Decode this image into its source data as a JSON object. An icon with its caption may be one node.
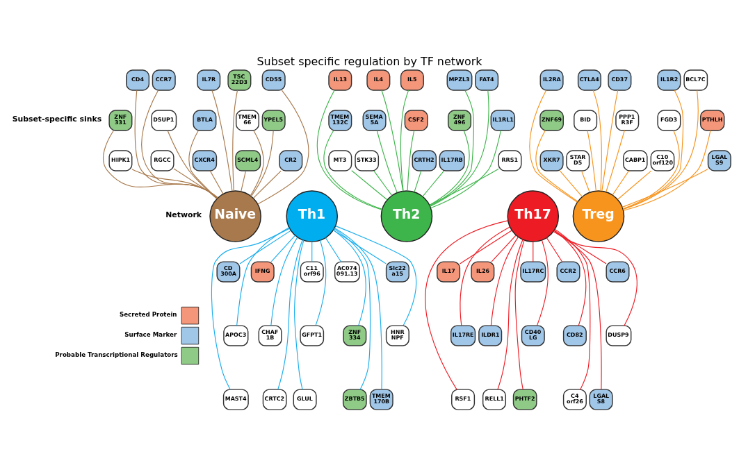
{
  "diagram": {
    "title": "Subset specific regulation by TF network",
    "nodes": [
      {
        "text": [
          "CD4"
        ]
      },
      {
        "text": [
          "CCR7"
        ]
      },
      {
        "text": [
          "IL7R"
        ]
      },
      {
        "text": [
          "TSC 22D3"
        ]
      },
      {
        "text": [
          "CD55"
        ]
      },
      {
        "text": [
          "ZNF 331"
        ]
      },
      {
        "text": [
          "DSUP1"
        ]
      },
      {
        "text": [
          "BTLA"
        ]
      },
      {
        "text": [
          "TMEM 66"
        ]
      },
      {
        "text": [
          "YPEL5"
        ]
      },
      {
        "text": [
          "HIPK1"
        ]
      },
      {
        "text": [
          "RGCC"
        ]
      },
      {
        "text": [
          "CXCR4"
        ]
      },
      {
        "text": [
          "SCML4"
        ]
      },
      {
        "text": [
          "CR2"
        ]
      },
      {
        "text": [
          "IL13"
        ]
      },
      {
        "text": [
          "IL4"
        ]
      },
      {
        "text": [
          "IL5"
        ]
      },
      {
        "text": [
          "MPZL3"
        ]
      },
      {
        "text": [
          "FAT4"
        ]
      },
      {
        "text": [
          "TMEM 132C"
        ]
      },
      {
        "text": [
          "SEMA 5A"
        ]
      },
      {
        "text": [
          "CSF2"
        ]
      },
      {
        "text": [
          "ZNF 496"
        ]
      },
      {
        "text": [
          "IL1RL1"
        ]
      },
      {
        "text": [
          "MT3"
        ]
      },
      {
        "text": [
          "STK33"
        ]
      },
      {
        "text": [
          "CRTH2"
        ]
      },
      {
        "text": [
          "IL17RB"
        ]
      },
      {
        "text": [
          "RRS1"
        ]
      },
      {
        "text": [
          "IL2RA"
        ]
      },
      {
        "text": [
          "CTLA4"
        ]
      },
      {
        "text": [
          "CD37"
        ]
      },
      {
        "text": [
          "IL1R2"
        ]
      },
      {
        "text": [
          "BCL7C"
        ]
      },
      {
        "text": [
          "ZNF69"
        ]
      },
      {
        "text": [
          "BID"
        ]
      },
      {
        "text": [
          "PPP1 R3F"
        ]
      },
      {
        "text": [
          "FGD3"
        ]
      },
      {
        "text": [
          "PTHLH"
        ]
      },
      {
        "text": [
          "XKR7"
        ]
      },
      {
        "text": [
          "STAR D5"
        ]
      },
      {
        "text": [
          "CABP1"
        ]
      },
      {
        "text": [
          "C10 orf120"
        ]
      },
      {
        "text": [
          "LGAL S9"
        ]
      },
      {
        "text": [
          "Naive"
        ]
      },
      {
        "text": [
          "Th1"
        ]
      },
      {
        "text": [
          "Th2"
        ]
      },
      {
        "text": [
          "Th17"
        ]
      },
      {
        "text": [
          "Treg"
        ]
      },
      {
        "text": [
          "CD 300A"
        ]
      },
      {
        "text": [
          "IFNG"
        ]
      },
      {
        "text": [
          "C11 orf96"
        ]
      },
      {
        "text": [
          "AC074 091.13"
        ]
      },
      {
        "text": [
          "Slc22 a15"
        ]
      },
      {
        "text": [
          "APOC3"
        ]
      },
      {
        "text": [
          "CHAF 1B"
        ]
      },
      {
        "text": [
          "GFPT1"
        ]
      },
      {
        "text": [
          "ZNF 334"
        ]
      },
      {
        "text": [
          "HNR NPF"
        ]
      },
      {
        "text": [
          "MAST4"
        ]
      },
      {
        "text": [
          "CRTC2"
        ]
      },
      {
        "text": [
          "GLUL"
        ]
      },
      {
        "text": [
          "ZBTB5"
        ]
      },
      {
        "text": [
          "TMEM 170B"
        ]
      },
      {
        "text": [
          "IL17"
        ]
      },
      {
        "text": [
          "IL26"
        ]
      },
      {
        "text": [
          "IL17RC"
        ]
      },
      {
        "text": [
          "CCR2"
        ]
      },
      {
        "text": [
          "CCR6"
        ]
      },
      {
        "text": [
          "IL17RE"
        ]
      },
      {
        "text": [
          "ILDR1"
        ]
      },
      {
        "text": [
          "CD40 LG"
        ]
      },
      {
        "text": [
          "CD82"
        ]
      },
      {
        "text": [
          "DUSP9"
        ]
      },
      {
        "text": [
          "RSF1"
        ]
      },
      {
        "text": [
          "RELL1"
        ]
      },
      {
        "text": [
          "PHTF2"
        ]
      },
      {
        "text": [
          "C4 orf26"
        ]
      },
      {
        "text": [
          "LGAL S8"
        ]
      }
    ],
    "edges": [
      {
        "from": 0,
        "to": 45,
        "arrow": "none",
        "color": "#a8794c"
      },
      {
        "from": 1,
        "to": 45,
        "arrow": "none",
        "color": "#a8794c"
      },
      {
        "from": 2,
        "to": 45,
        "arrow": "none",
        "color": "#a8794c"
      },
      {
        "from": 3,
        "to": 45,
        "arrow": "none",
        "color": "#a8794c"
      },
      {
        "from": 4,
        "to": 45,
        "arrow": "none",
        "color": "#a8794c"
      },
      {
        "from": 5,
        "to": 45,
        "arrow": "none",
        "color": "#a8794c"
      },
      {
        "from": 6,
        "to": 45,
        "arrow": "none",
        "color": "#a8794c"
      },
      {
        "from": 7,
        "to": 45,
        "arrow": "none",
        "color": "#a8794c"
      },
      {
        "from": 8,
        "to": 45,
        "arrow": "none",
        "color": "#a8794c"
      },
      {
        "from": 9,
        "to": 45,
        "arrow": "none",
        "color": "#a8794c"
      },
      {
        "from": 10,
        "to": 45,
        "arrow": "none",
        "color": "#a8794c"
      },
      {
        "from": 11,
        "to": 45,
        "arrow": "none",
        "color": "#a8794c"
      },
      {
        "from": 12,
        "to": 45,
        "arrow": "none",
        "color": "#a8794c"
      },
      {
        "from": 13,
        "to": 45,
        "arrow": "none",
        "color": "#a8794c"
      },
      {
        "from": 14,
        "to": 45,
        "arrow": "none",
        "color": "#a8794c"
      },
      {
        "from": 15,
        "to": 47,
        "arrow": "none",
        "color": "#3db54a"
      },
      {
        "from": 16,
        "to": 47,
        "arrow": "none",
        "color": "#3db54a"
      },
      {
        "from": 17,
        "to": 47,
        "arrow": "none",
        "color": "#3db54a"
      },
      {
        "from": 18,
        "to": 47,
        "arrow": "none",
        "color": "#3db54a"
      },
      {
        "from": 19,
        "to": 47,
        "arrow": "none",
        "color": "#3db54a"
      },
      {
        "from": 20,
        "to": 47,
        "arrow": "none",
        "color": "#3db54a"
      },
      {
        "from": 21,
        "to": 47,
        "arrow": "none",
        "color": "#3db54a"
      },
      {
        "from": 22,
        "to": 47,
        "arrow": "none",
        "color": "#3db54a"
      },
      {
        "from": 23,
        "to": 47,
        "arrow": "none",
        "color": "#3db54a"
      },
      {
        "from": 24,
        "to": 47,
        "arrow": "none",
        "color": "#3db54a"
      },
      {
        "from": 25,
        "to": 47,
        "arrow": "none",
        "color": "#3db54a"
      },
      {
        "from": 26,
        "to": 47,
        "arrow": "none",
        "color": "#3db54a"
      },
      {
        "from": 27,
        "to": 47,
        "arrow": "none",
        "color": "#3db54a"
      },
      {
        "from": 28,
        "to": 47,
        "arrow": "none",
        "color": "#3db54a"
      },
      {
        "from": 29,
        "to": 47,
        "arrow": "none",
        "color": "#3db54a"
      },
      {
        "from": 30,
        "to": 49,
        "arrow": "none",
        "color": "#f7941d"
      },
      {
        "from": 31,
        "to": 49,
        "arrow": "none",
        "color": "#f7941d"
      },
      {
        "from": 32,
        "to": 49,
        "arrow": "none",
        "color": "#f7941d"
      },
      {
        "from": 33,
        "to": 49,
        "arrow": "none",
        "color": "#f7941d"
      },
      {
        "from": 34,
        "to": 49,
        "arrow": "none",
        "color": "#f7941d"
      },
      {
        "from": 35,
        "to": 49,
        "arrow": "none",
        "color": "#f7941d"
      },
      {
        "from": 36,
        "to": 49,
        "arrow": "none",
        "color": "#f7941d"
      },
      {
        "from": 37,
        "to": 49,
        "arrow": "none",
        "color": "#f7941d"
      },
      {
        "from": 38,
        "to": 49,
        "arrow": "none",
        "color": "#f7941d"
      },
      {
        "from": 39,
        "to": 49,
        "arrow": "none",
        "color": "#f7941d"
      },
      {
        "from": 40,
        "to": 49,
        "arrow": "none",
        "color": "#f7941d"
      },
      {
        "from": 41,
        "to": 49,
        "arrow": "none",
        "color": "#f7941d"
      },
      {
        "from": 42,
        "to": 49,
        "arrow": "none",
        "color": "#f7941d"
      },
      {
        "from": 43,
        "to": 49,
        "arrow": "none",
        "color": "#f7941d"
      },
      {
        "from": 44,
        "to": 49,
        "arrow": "none",
        "color": "#f7941d"
      },
      {
        "from": 46,
        "to": 50,
        "arrow": "none",
        "color": "#1aaeed"
      },
      {
        "from": 46,
        "to": 51,
        "arrow": "none",
        "color": "#1aaeed"
      },
      {
        "from": 46,
        "to": 52,
        "arrow": "none",
        "color": "#1aaeed"
      },
      {
        "from": 46,
        "to": 53,
        "arrow": "none",
        "color": "#1aaeed"
      },
      {
        "from": 46,
        "to": 54,
        "arrow": "none",
        "color": "#1aaeed"
      },
      {
        "from": 46,
        "to": 55,
        "arrow": "none",
        "color": "#1aaeed"
      },
      {
        "from": 46,
        "to": 56,
        "arrow": "none",
        "color": "#1aaeed"
      },
      {
        "from": 46,
        "to": 57,
        "arrow": "none",
        "color": "#1aaeed"
      },
      {
        "from": 46,
        "to": 58,
        "arrow": "none",
        "color": "#1aaeed"
      },
      {
        "from": 46,
        "to": 59,
        "arrow": "none",
        "color": "#1aaeed"
      },
      {
        "from": 46,
        "to": 60,
        "arrow": "none",
        "color": "#1aaeed"
      },
      {
        "from": 46,
        "to": 61,
        "arrow": "none",
        "color": "#1aaeed"
      },
      {
        "from": 46,
        "to": 62,
        "arrow": "none",
        "color": "#1aaeed"
      },
      {
        "from": 46,
        "to": 63,
        "arrow": "none",
        "color": "#1aaeed"
      },
      {
        "from": 46,
        "to": 64,
        "arrow": "none",
        "color": "#1aaeed"
      },
      {
        "from": 48,
        "to": 65,
        "arrow": "none",
        "color": "#ed1c24"
      },
      {
        "from": 48,
        "to": 66,
        "arrow": "none",
        "color": "#ed1c24"
      },
      {
        "from": 48,
        "to": 67,
        "arrow": "none",
        "color": "#ed1c24"
      },
      {
        "from": 48,
        "to": 68,
        "arrow": "none",
        "color": "#ed1c24"
      },
      {
        "from": 48,
        "to": 69,
        "arrow": "none",
        "color": "#ed1c24"
      },
      {
        "from": 48,
        "to": 70,
        "arrow": "none",
        "color": "#ed1c24"
      },
      {
        "from": 48,
        "to": 71,
        "arrow": "none",
        "color": "#ed1c24"
      },
      {
        "from": 48,
        "to": 72,
        "arrow": "none",
        "color": "#ed1c24"
      },
      {
        "from": 48,
        "to": 73,
        "arrow": "none",
        "color": "#ed1c24"
      },
      {
        "from": 48,
        "to": 74,
        "arrow": "none",
        "color": "#ed1c24"
      },
      {
        "from": 48,
        "to": 75,
        "arrow": "none",
        "color": "#ed1c24"
      },
      {
        "from": 48,
        "to": 76,
        "arrow": "none",
        "color": "#ed1c24"
      },
      {
        "from": 48,
        "to": 77,
        "arrow": "none",
        "color": "#ed1c24"
      },
      {
        "from": 48,
        "to": 78,
        "arrow": "none",
        "color": "#ed1c24"
      },
      {
        "from": 48,
        "to": 79,
        "arrow": "none",
        "color": "#ed1c24"
      }
    ],
    "labels": [
      "Subset-specific sinks",
      "Network"
    ],
    "legend": [
      {
        "text": "Secreted Protein",
        "color": "#f4967a"
      },
      {
        "text": "Surface Marker",
        "color": "#a0c6e8"
      },
      {
        "text": "Probable Transcriptional Regulators",
        "color": "#8fcb87"
      }
    ]
  }
}
